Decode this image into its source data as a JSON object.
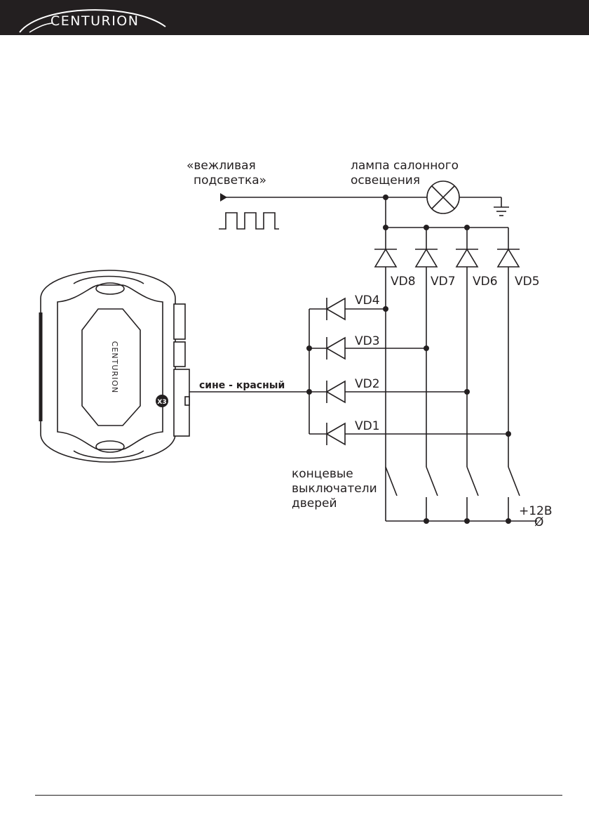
{
  "header": {
    "brand": "CENTURION"
  },
  "diagram": {
    "signal_label_line1": "«вежливая",
    "signal_label_line2": "подсветка»",
    "lamp_label_line1": "лампа салонного",
    "lamp_label_line2": "освещения",
    "wire_label": "сине - красный",
    "connector_label": "X3",
    "unit_brand": "CENTURION",
    "diodes_top": [
      "VD8",
      "VD7",
      "VD6",
      "VD5"
    ],
    "diodes_left": [
      "VD4",
      "VD3",
      "VD2",
      "VD1"
    ],
    "switches_label_line1": "концевые",
    "switches_label_line2": "выключатели",
    "switches_label_line3": "дверей",
    "supply_label": "+12В",
    "supply_symbol": "Ø"
  },
  "colors": {
    "ink": "#231f20",
    "header_bg": "#231f20",
    "header_text": "#ffffff"
  }
}
